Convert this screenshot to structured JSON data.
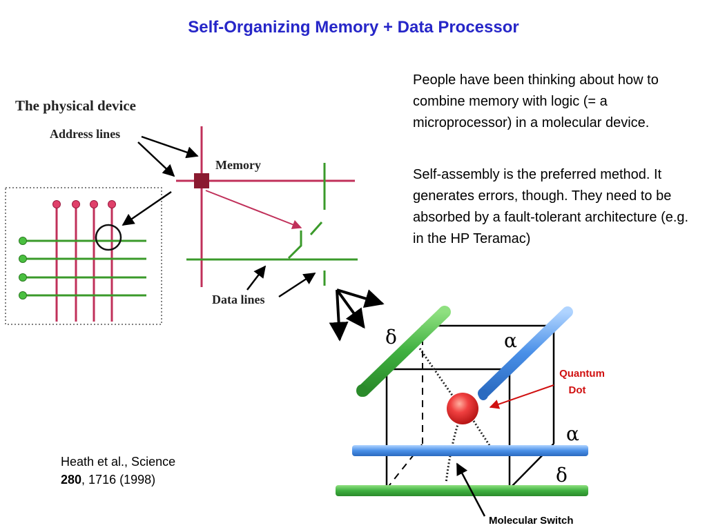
{
  "title": "Self-Organizing  Memory  +   Data Processor",
  "text": {
    "paragraph1": "People have been thinking about how to combine memory with logic (= a microprocessor) in a molecular device.",
    "paragraph2": "Self-assembly is the preferred method. It generates errors, though. They need to be absorbed by a fault-tolerant architecture (e.g. in the HP Teramac)"
  },
  "citation": {
    "line1": "Heath et al., Science",
    "volume": "280",
    "rest": ", 1716 (1998)"
  },
  "physical_device": {
    "heading": "The physical device",
    "address_lines": "Address lines",
    "memory": "Memory",
    "data_lines": "Data lines"
  },
  "cube": {
    "delta_top": "δ",
    "alpha_top": "α",
    "alpha_right": "α",
    "delta_bottom": "δ",
    "quantum_dot": [
      "Quantum",
      "Dot"
    ],
    "molecular_switch": "Molecular Switch"
  },
  "colors": {
    "title": "#2626c8",
    "address_line": "#c0305a",
    "data_line": "#3a9a2a",
    "memory_cell": "#8a1a30",
    "quantum_dot": "#e83030",
    "callout": "#d01010"
  }
}
